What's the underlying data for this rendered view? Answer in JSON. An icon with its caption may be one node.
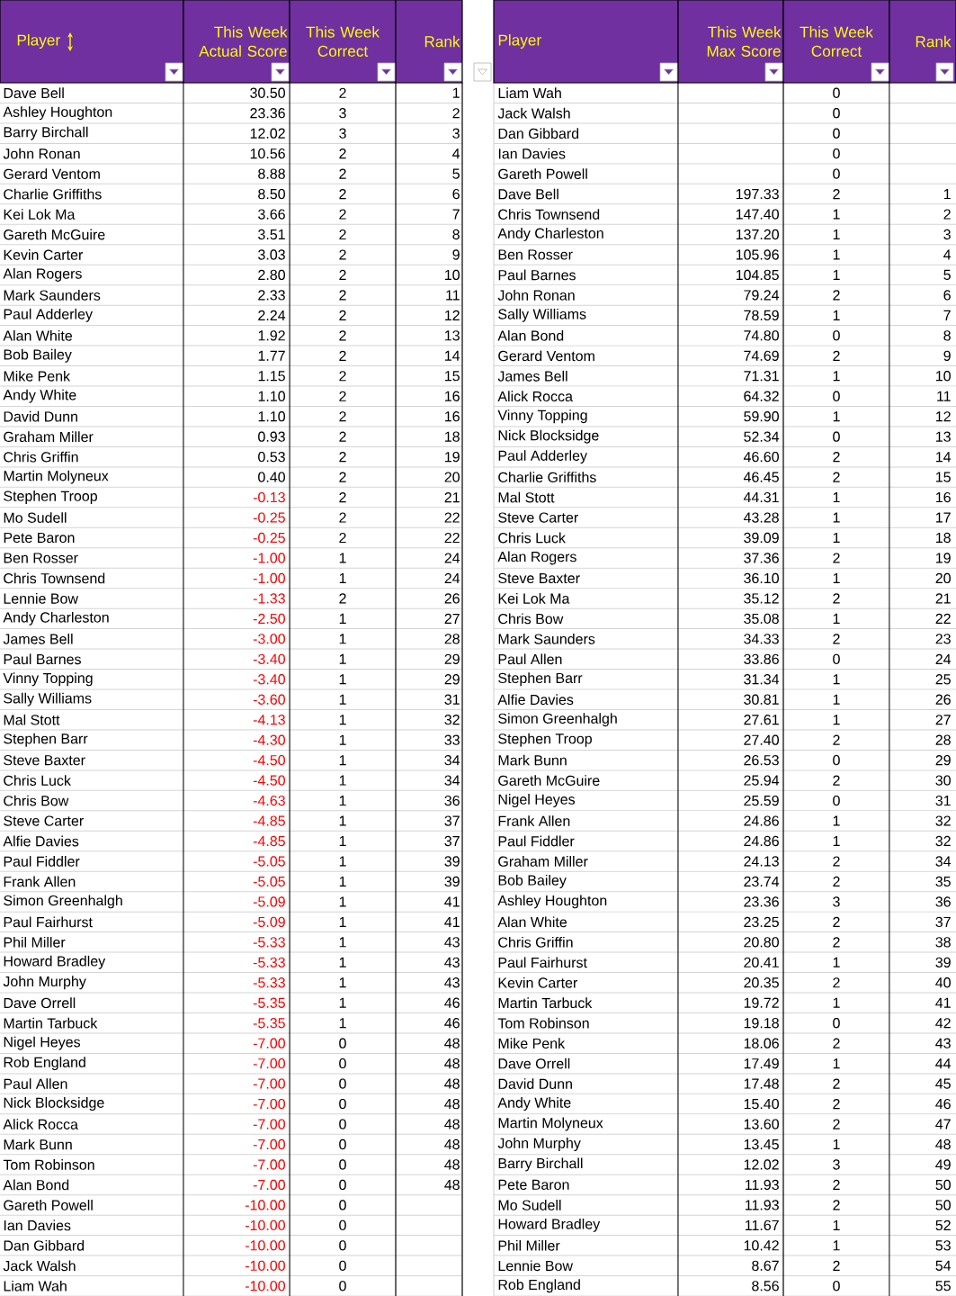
{
  "diagram": {
    "labels": [
      "Player",
      "This Week Actual Score",
      "This Week Correct",
      "Rank",
      "Dave Bell",
      "30.50",
      "2",
      "1",
      "Ashley Houghton",
      "23.36",
      "3",
      "2",
      "Barry Birchall",
      "12.02",
      "3",
      "3",
      "John Ronan",
      "10.56",
      "2",
      "4",
      "Gerard Ventom",
      "8.88",
      "2",
      "5",
      "Charlie Griffiths",
      "8.50",
      "2",
      "6",
      "Kei Lok Ma",
      "3.66",
      "2",
      "7",
      "Gareth McGuire",
      "3.51",
      "2",
      "8",
      "Kevin Carter",
      "3.03",
      "2",
      "9",
      "Alan Rogers",
      "2.80",
      "2",
      "10",
      "Mark Saunders",
      "2.33",
      "2",
      "11",
      "Paul Adderley",
      "2.24",
      "2",
      "12",
      "Alan White",
      "1.92",
      "2",
      "13",
      "Bob Bailey",
      "1.77",
      "2",
      "14",
      "Mike Penk",
      "1.15",
      "2",
      "15",
      "Andy White",
      "1.10",
      "2",
      "16",
      "David Dunn",
      "1.10",
      "2",
      "16",
      "Graham Miller",
      "0.93",
      "2",
      "18",
      "Chris Griffin",
      "0.53",
      "2",
      "19",
      "Martin Molyneux",
      "0.40",
      "2",
      "20",
      "Stephen Troop",
      "-0.13",
      "2",
      "21",
      "Mo Sudell",
      "-0.25",
      "2",
      "22",
      "Pete Baron",
      "-0.25",
      "2",
      "22",
      "Ben Rosser",
      "-1.00",
      "1",
      "24",
      "Chris Townsend",
      "-1.00",
      "1",
      "24",
      "Lennie Bow",
      "-1.33",
      "2",
      "26",
      "Andy Charleston",
      "-2.50",
      "1",
      "27",
      "James Bell",
      "-3.00",
      "1",
      "28",
      "Paul Barnes",
      "-3.40",
      "1",
      "29",
      "Vinny Topping",
      "-3.40",
      "1",
      "29",
      "Sally Williams",
      "-3.60",
      "1",
      "31",
      "Mal Stott",
      "-4.13",
      "1",
      "32",
      "Stephen Barr",
      "-4.30",
      "1",
      "33",
      "Steve Baxter",
      "-4.50",
      "1",
      "34",
      "Chris Luck",
      "-4.50",
      "1",
      "34",
      "Chris Bow",
      "-4.63",
      "1",
      "36",
      "Steve Carter",
      "-4.85",
      "1",
      "37",
      "Alfie Davies",
      "-4.85",
      "1",
      "37",
      "Paul Fiddler",
      "-5.05",
      "1",
      "39",
      "Frank Allen",
      "-5.05",
      "1",
      "39",
      "Simon Greenhalgh",
      "-5.09",
      "1",
      "41",
      "Paul Fairhurst",
      "-5.09",
      "1",
      "41",
      "Phil Miller",
      "-5.33",
      "1",
      "43",
      "Howard Bradley",
      "-5.33",
      "1",
      "43",
      "John Murphy",
      "-5.33",
      "1",
      "43",
      "Dave Orrell",
      "-5.35",
      "1",
      "46",
      "Martin Tarbuck",
      "-5.35",
      "1",
      "46",
      "Nigel Heyes",
      "-7.00",
      "0",
      "48",
      "Rob England",
      "-7.00",
      "0",
      "48",
      "Paul Allen",
      "-7.00",
      "0",
      "48",
      "Nick Blocksidge",
      "-7.00",
      "0",
      "48",
      "Alick Rocca",
      "-7.00",
      "0",
      "48",
      "Mark Bunn",
      "-7.00",
      "0",
      "48",
      "Tom Robinson",
      "-7.00",
      "0",
      "48",
      "Alan Bond",
      "-7.00",
      "0",
      "48",
      "Gareth Powell",
      "-10.00",
      "0",
      "Ian Davies",
      "-10.00",
      "0",
      "Dan Gibbard",
      "-10.00",
      "0",
      "Jack Walsh",
      "-10.00",
      "0",
      "Liam Wah",
      "-10.00",
      "0",
      "Player",
      "This Week Max Score",
      "This Week Correct",
      "Rank",
      "Liam Wah",
      "0",
      "Jack Walsh",
      "0",
      "Dan Gibbard",
      "0",
      "Ian Davies",
      "0",
      "Gareth Powell",
      "0",
      "Dave Bell",
      "197.33",
      "2",
      "1",
      "Chris Townsend",
      "147.40",
      "1",
      "2",
      "Andy Charleston",
      "137.20",
      "1",
      "3",
      "Ben Rosser",
      "105.96",
      "1",
      "4",
      "Paul Barnes",
      "104.85",
      "1",
      "5",
      "John Ronan",
      "79.24",
      "2",
      "6",
      "Sally Williams",
      "78.59",
      "1",
      "7",
      "Alan Bond",
      "74.80",
      "0",
      "8",
      "Gerard Ventom",
      "74.69",
      "2",
      "9",
      "James Bell",
      "71.31",
      "1",
      "10",
      "Alick Rocca",
      "64.32",
      "0",
      "11",
      "Vinny Topping",
      "59.90",
      "1",
      "12",
      "Nick Blocksidge",
      "52.34",
      "0",
      "13",
      "Paul Adderley",
      "46.60",
      "2",
      "14",
      "Charlie Griffiths",
      "46.45",
      "2",
      "15",
      "Mal Stott",
      "44.31",
      "1",
      "16",
      "Steve Carter",
      "43.28",
      "1",
      "17",
      "Chris Luck",
      "39.09",
      "1",
      "18",
      "Alan Rogers",
      "37.36",
      "2",
      "19",
      "Steve Baxter",
      "36.10",
      "1",
      "20",
      "Kei Lok Ma",
      "35.12",
      "2",
      "21",
      "Chris Bow",
      "35.08",
      "1",
      "22",
      "Mark Saunders",
      "34.33",
      "2",
      "23",
      "Paul Allen",
      "33.86",
      "0",
      "24",
      "Stephen Barr",
      "31.34",
      "1",
      "25",
      "Alfie Davies",
      "30.81",
      "1",
      "26",
      "Simon Greenhalgh",
      "27.61",
      "1",
      "27",
      "Stephen Troop",
      "27.40",
      "2",
      "28",
      "Mark Bunn",
      "26.53",
      "0",
      "29",
      "Gareth McGuire",
      "25.94",
      "2",
      "30",
      "Nigel Heyes",
      "25.59",
      "0",
      "31",
      "Frank Allen",
      "24.86",
      "1",
      "32",
      "Paul Fiddler",
      "24.86",
      "1",
      "32",
      "Graham Miller",
      "24.13",
      "2",
      "34",
      "Bob Bailey",
      "23.74",
      "2",
      "35",
      "Ashley Houghton",
      "23.36",
      "3",
      "36",
      "Alan White",
      "23.25",
      "2",
      "37",
      "Chris Griffin",
      "20.80",
      "2",
      "38",
      "Paul Fairhurst",
      "20.41",
      "1",
      "39",
      "Kevin Carter",
      "20.35",
      "2",
      "40",
      "Martin Tarbuck",
      "19.72",
      "1",
      "41",
      "Tom Robinson",
      "19.18",
      "0",
      "42",
      "Mike Penk",
      "18.06",
      "2",
      "43",
      "Dave Orrell",
      "17.49",
      "1",
      "44",
      "David Dunn",
      "17.48",
      "2",
      "45",
      "Andy White",
      "15.40",
      "2",
      "46",
      "Martin Molyneux",
      "13.60",
      "2",
      "47",
      "John Murphy",
      "13.45",
      "1",
      "48",
      "Barry Birchall",
      "12.02",
      "3",
      "49",
      "Pete Baron",
      "11.93",
      "2",
      "50",
      "Mo Sudell",
      "11.93",
      "2",
      "50",
      "Howard Bradley",
      "11.67",
      "1",
      "52",
      "Phil Miller",
      "10.42",
      "1",
      "53",
      "Lennie Bow",
      "8.67",
      "2",
      "54",
      "Rob England",
      "8.56",
      "0",
      "55"
    ]
  }
}
